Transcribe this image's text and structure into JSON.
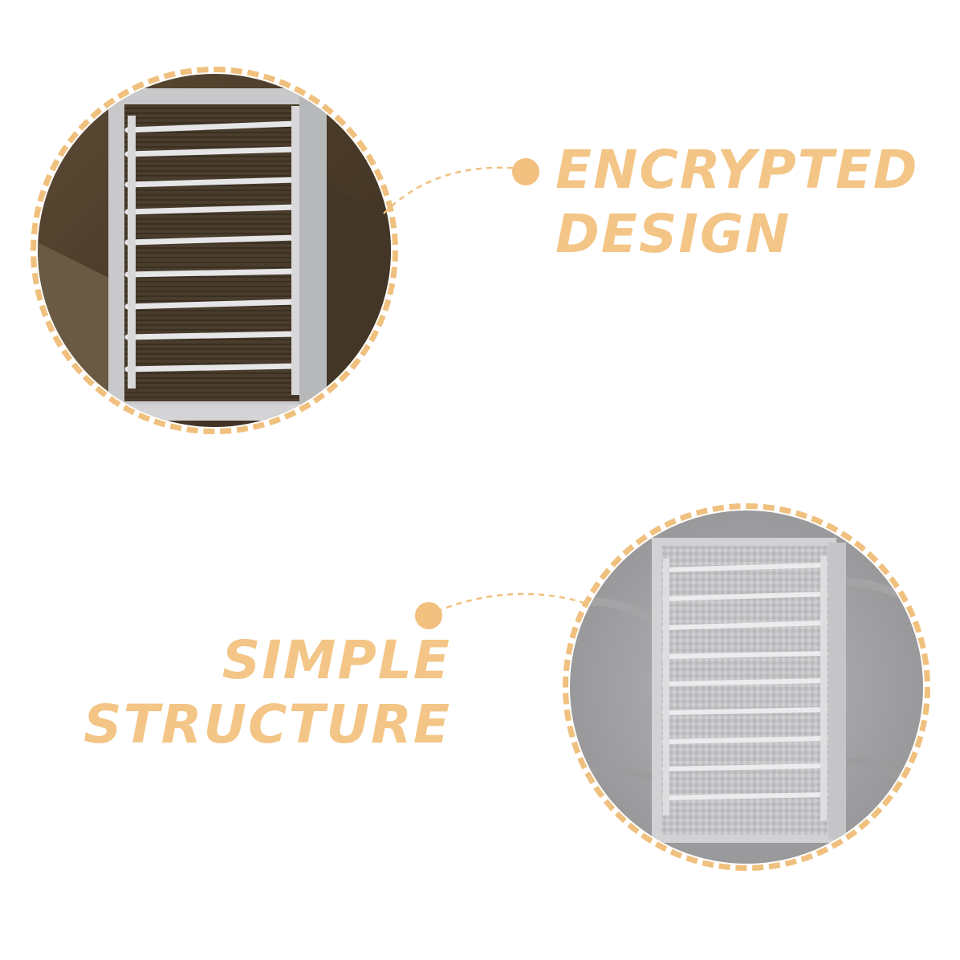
{
  "features": [
    {
      "line1": "ENCRYPTED",
      "line2": "DESIGN"
    },
    {
      "line1": "SIMPLE",
      "line2": "STRUCTURE"
    }
  ],
  "colors": {
    "accent": "#f2c07f",
    "ring": "#f0c07e",
    "text": "#f3c586"
  },
  "icons": [
    "bullet-dot-icon",
    "dashed-connector-icon"
  ]
}
